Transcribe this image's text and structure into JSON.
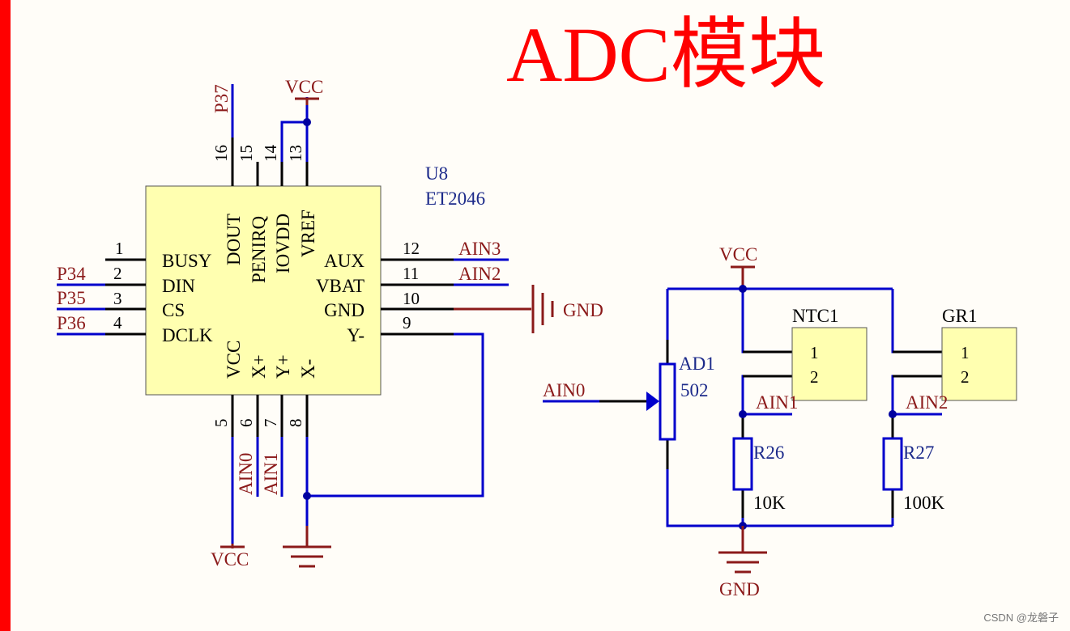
{
  "title": "ADC模块",
  "watermark": "CSDN @龙磐子",
  "chip": {
    "ref": "U8",
    "part": "ET2046",
    "left_pins": [
      {
        "num": "1",
        "name": "BUSY",
        "net": ""
      },
      {
        "num": "2",
        "name": "DIN",
        "net": "P34"
      },
      {
        "num": "3",
        "name": "CS",
        "net": "P35"
      },
      {
        "num": "4",
        "name": "DCLK",
        "net": "P36"
      }
    ],
    "right_pins": [
      {
        "num": "12",
        "name": "AUX",
        "net": "AIN3"
      },
      {
        "num": "11",
        "name": "VBAT",
        "net": "AIN2"
      },
      {
        "num": "10",
        "name": "GND",
        "net": "GND"
      },
      {
        "num": "9",
        "name": "Y-",
        "net": ""
      }
    ],
    "top_pins": [
      {
        "num": "16",
        "name": "DOUT",
        "net": "P37"
      },
      {
        "num": "15",
        "name": "PENIRQ",
        "net": ""
      },
      {
        "num": "14",
        "name": "IOVDD",
        "net": ""
      },
      {
        "num": "13",
        "name": "VREF",
        "net": "VCC"
      }
    ],
    "bottom_pins": [
      {
        "num": "5",
        "name": "VCC",
        "net": "VCC"
      },
      {
        "num": "6",
        "name": "X+",
        "net": "AIN0"
      },
      {
        "num": "7",
        "name": "Y+",
        "net": "AIN1"
      },
      {
        "num": "8",
        "name": "X-",
        "net": ""
      }
    ]
  },
  "power": {
    "vcc": "VCC",
    "gnd": "GND"
  },
  "sensors": {
    "pot": {
      "ref": "AD1",
      "value": "502",
      "net": "AIN0"
    },
    "ntc": {
      "ref": "NTC1",
      "pin1": "1",
      "pin2": "2",
      "net": "AIN1"
    },
    "gr": {
      "ref": "GR1",
      "pin1": "1",
      "pin2": "2",
      "net": "AIN2"
    },
    "r26": {
      "ref": "R26",
      "value": "10K"
    },
    "r27": {
      "ref": "R27",
      "value": "100K"
    }
  },
  "colors": {
    "wire": "#0000cc",
    "pin_line": "#000000",
    "chip_fill": "#ffffb0",
    "net_label": "#8b1a1a",
    "designator": "#1c2a8a",
    "title": "#ff0000"
  }
}
